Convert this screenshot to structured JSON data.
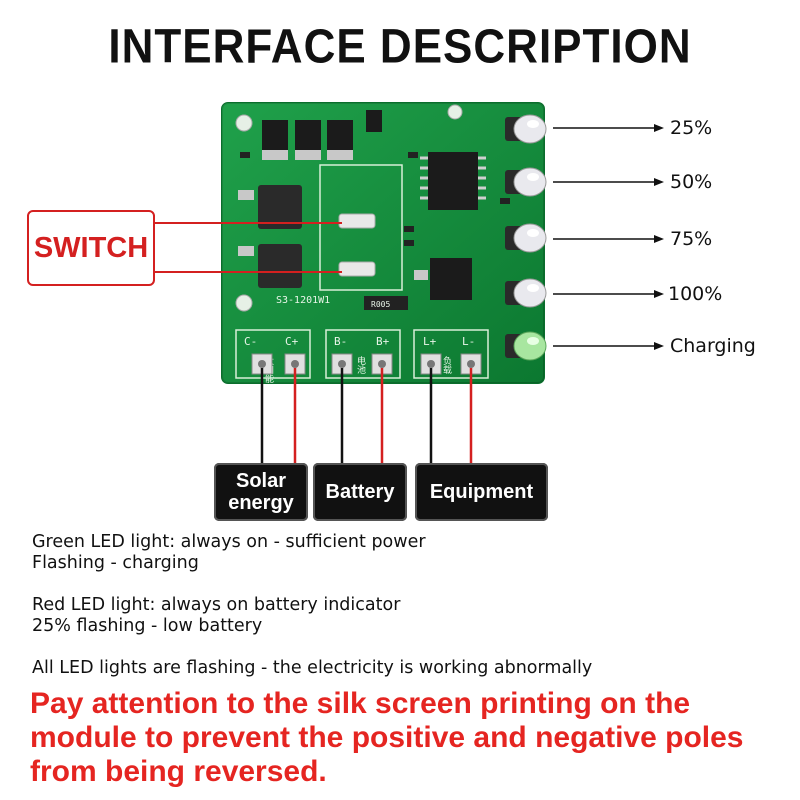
{
  "title": "INTERFACE DESCRIPTION",
  "switch_label": "SWITCH",
  "board": {
    "model": "S3-1201W1",
    "resistor": "R005",
    "terminal_pins": [
      "C-",
      "C+",
      "B-",
      "B+",
      "L+",
      "L-"
    ],
    "chinese_labels": [
      "太阳能",
      "电池",
      "负载"
    ]
  },
  "leds": [
    {
      "label": "25%",
      "color": "white"
    },
    {
      "label": "50%",
      "color": "white"
    },
    {
      "label": "75%",
      "color": "white"
    },
    {
      "label": "100%",
      "color": "white"
    },
    {
      "label": "Charging",
      "color": "green"
    }
  ],
  "terminals": [
    {
      "label": "Solar energy"
    },
    {
      "label": "Battery"
    },
    {
      "label": "Equipment"
    }
  ],
  "notes": {
    "green_1": "Green LED light: always on - sufficient power",
    "green_2": "Flashing - charging",
    "red_1": "Red LED light: always on battery indicator",
    "red_2": "25% flashing - low battery",
    "all": "All LED lights are flashing - the electricity is working abnormally"
  },
  "warning": "Pay attention to the silk screen printing on the module to prevent the positive and negative poles from being reversed.",
  "colors": {
    "pcb": "#0f8f3a",
    "warning": "#e52521",
    "switch": "#d42020",
    "wire_red": "#d42020"
  }
}
